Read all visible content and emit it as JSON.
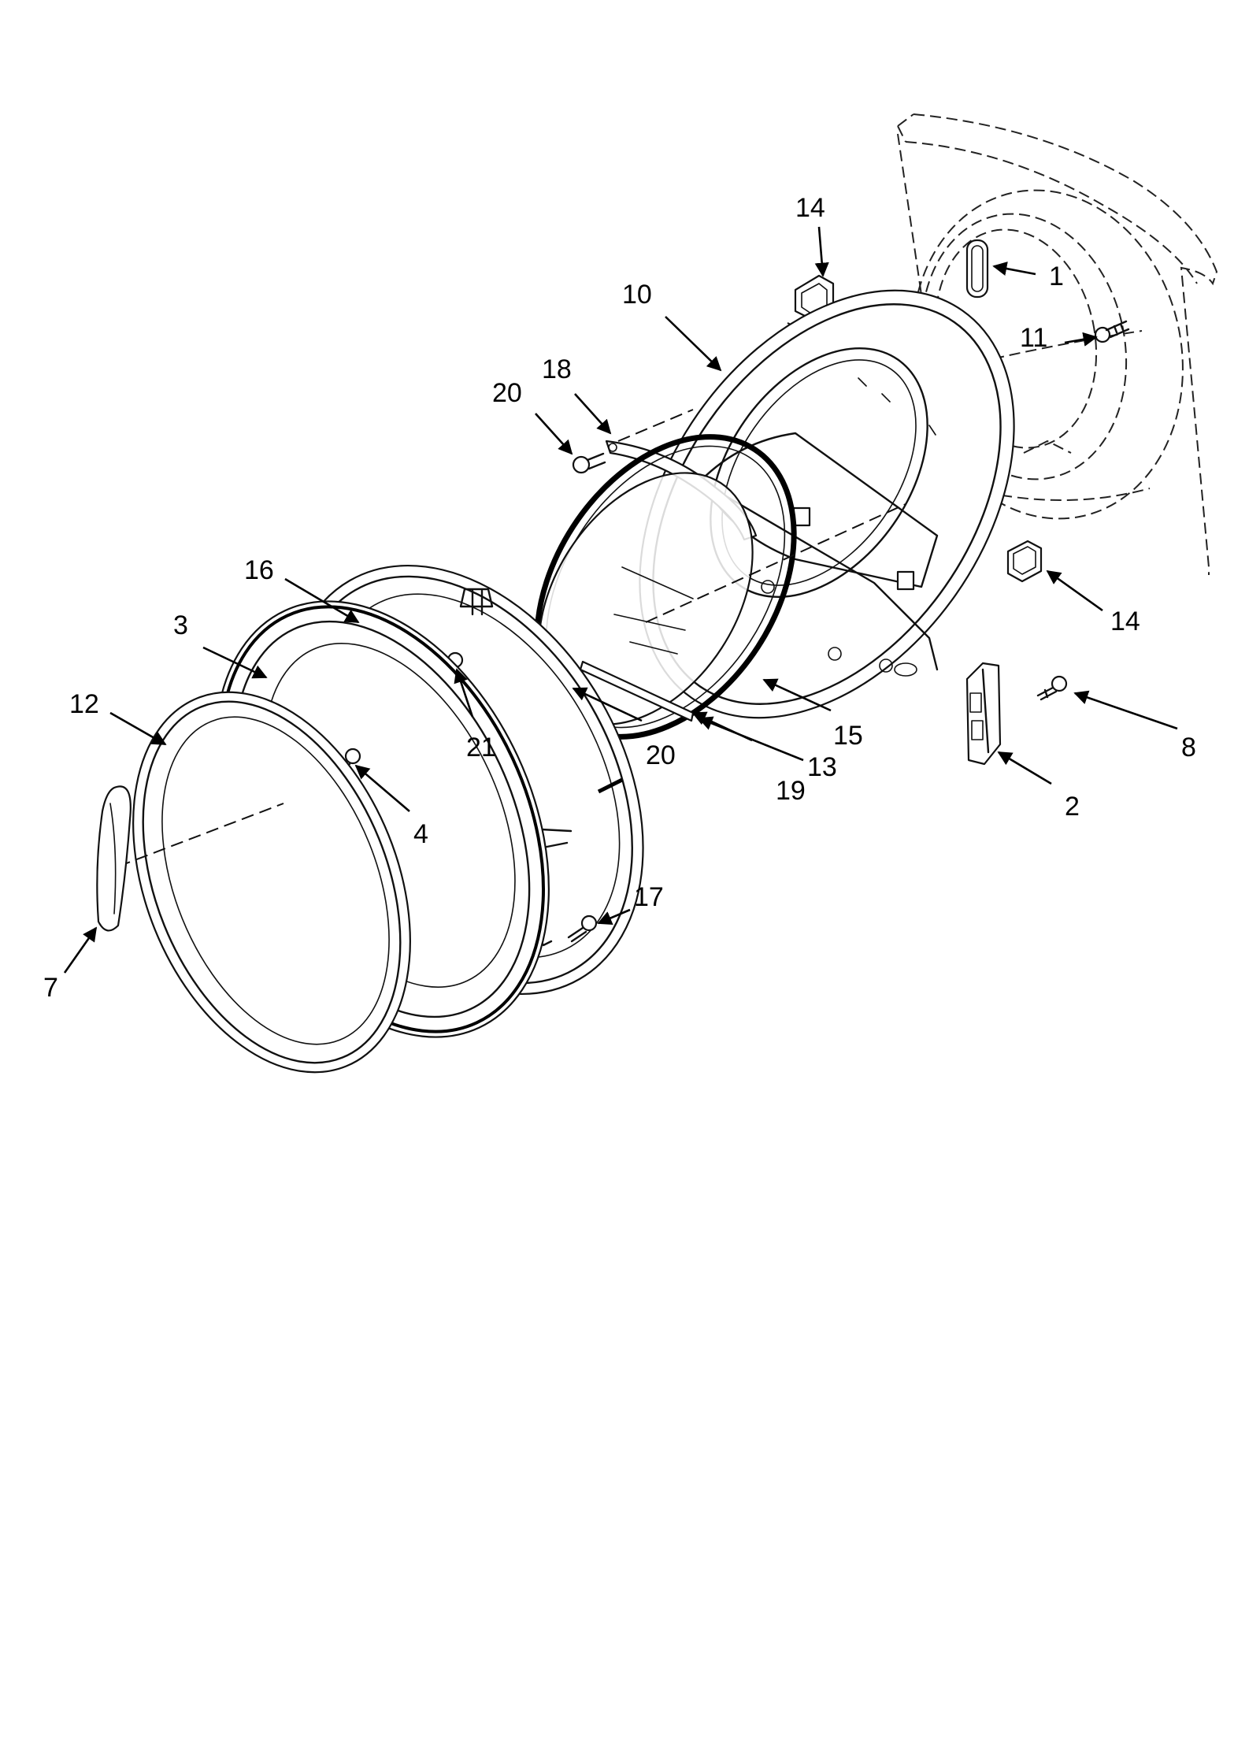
{
  "diagram": {
    "background": "#ffffff",
    "line_color": "#000000",
    "callouts": [
      {
        "id": "c1",
        "label": "1"
      },
      {
        "id": "c2",
        "label": "2"
      },
      {
        "id": "c3",
        "label": "3"
      },
      {
        "id": "c4",
        "label": "4"
      },
      {
        "id": "c7",
        "label": "7"
      },
      {
        "id": "c8",
        "label": "8"
      },
      {
        "id": "c10",
        "label": "10"
      },
      {
        "id": "c11",
        "label": "11"
      },
      {
        "id": "c12",
        "label": "12"
      },
      {
        "id": "c13",
        "label": "13"
      },
      {
        "id": "c14a",
        "label": "14"
      },
      {
        "id": "c14b",
        "label": "14"
      },
      {
        "id": "c15",
        "label": "15"
      },
      {
        "id": "c16",
        "label": "16"
      },
      {
        "id": "c17",
        "label": "17"
      },
      {
        "id": "c18",
        "label": "18"
      },
      {
        "id": "c19",
        "label": "19"
      },
      {
        "id": "c20a",
        "label": "20"
      },
      {
        "id": "c20b",
        "label": "20"
      },
      {
        "id": "c21",
        "label": "21"
      }
    ]
  }
}
